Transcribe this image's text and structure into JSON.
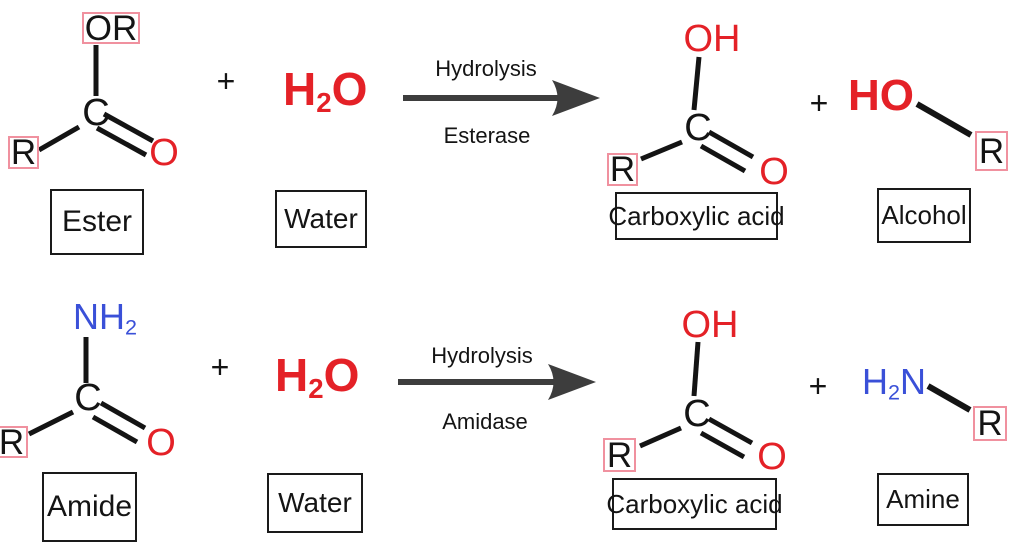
{
  "colors": {
    "red": "#e42127",
    "blue": "#3a50d8",
    "pink_box_border": "#f0919f",
    "arrow": "#3d3d3d",
    "text": "#141414"
  },
  "top": {
    "ester": {
      "or": "OR",
      "c": "C",
      "r": "R",
      "o": "O",
      "box_label": "Ester"
    },
    "plus_left": "+",
    "water": {
      "h": "H",
      "sub": "2",
      "o": "O",
      "box_label": "Water"
    },
    "arrow": {
      "label_top": "Hydrolysis",
      "label_bottom": "Esterase"
    },
    "acid": {
      "oh": "OH",
      "c": "C",
      "r": "R",
      "o": "O",
      "box_label": "Carboxylic acid"
    },
    "plus_right": "+",
    "alcohol": {
      "ho": "HO",
      "r": "R",
      "box_label": "Alcohol"
    }
  },
  "bottom": {
    "amide": {
      "nh": "NH",
      "sub": "2",
      "c": "C",
      "r": "R",
      "o": "O",
      "box_label": "Amide"
    },
    "plus_left": "+",
    "water": {
      "h": "H",
      "sub": "2",
      "o": "O",
      "box_label": "Water"
    },
    "arrow": {
      "label_top": "Hydrolysis",
      "label_bottom": "Amidase"
    },
    "acid": {
      "oh": "OH",
      "c": "C",
      "r": "R",
      "o": "O",
      "box_label": "Carboxylic acid"
    },
    "plus_right": "+",
    "amine": {
      "h": "H",
      "sub": "2",
      "n": "N",
      "r": "R",
      "box_label": "Amine"
    }
  }
}
